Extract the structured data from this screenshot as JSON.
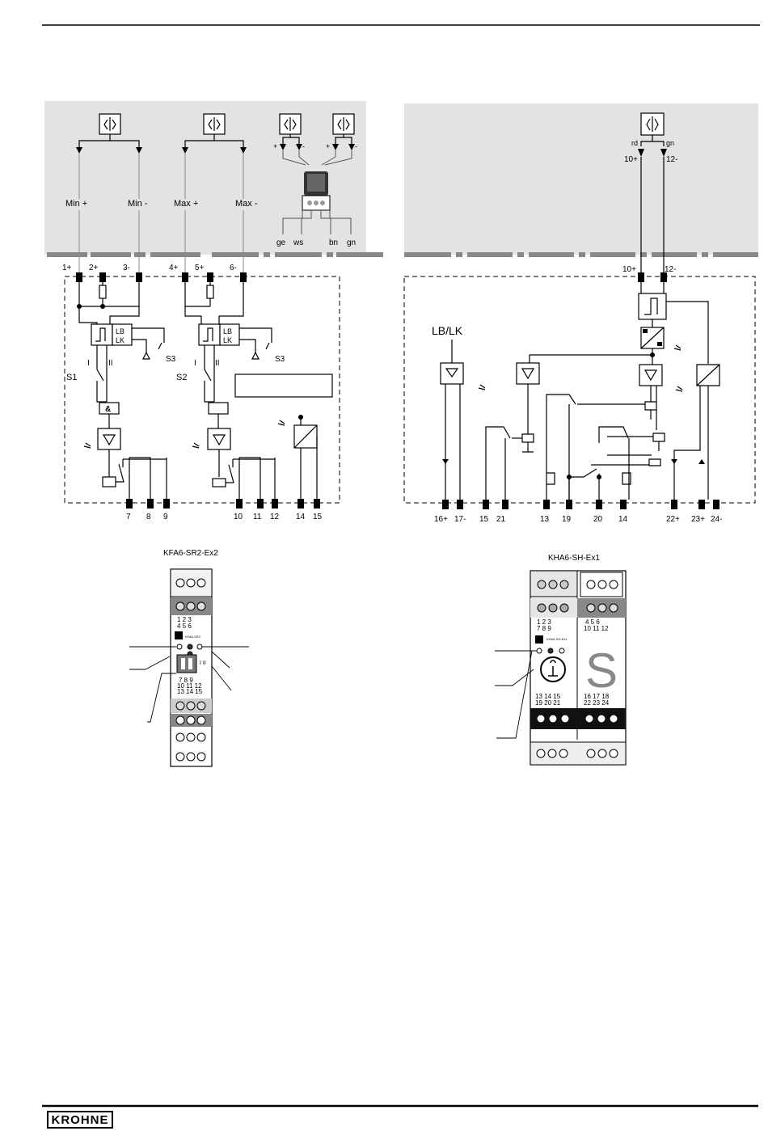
{
  "left_diagram": {
    "signals": [
      "Min +",
      "Min -",
      "Max +",
      "Max -"
    ],
    "cable_wires": [
      "ge",
      "ws",
      "bn",
      "gn"
    ],
    "sensor_pol": [
      "+",
      "-",
      "+",
      "-"
    ],
    "top_terminals": [
      "1+",
      "2+",
      "3-",
      "4+",
      "5+",
      "6-"
    ],
    "bottom_terminals": [
      "7",
      "8",
      "9",
      "10",
      "11",
      "12",
      "14",
      "15"
    ],
    "switch_labels": [
      "S1",
      "S2"
    ],
    "s3_labels": [
      "S3",
      "S3"
    ],
    "lblk": [
      "LB",
      "LK"
    ],
    "and_gate": "&",
    "contacts": [
      "I",
      "II"
    ]
  },
  "right_diagram": {
    "wire_colors": [
      "rd",
      "gn"
    ],
    "sensor_terminals": [
      "10+",
      "12-"
    ],
    "top_terminals": [
      "10+",
      "12-"
    ],
    "lblk_label": "LB/LK",
    "bottom_terminals": [
      "16+",
      "17-",
      "15",
      "21",
      "13",
      "19",
      "20",
      "14",
      "22+",
      "23+",
      "24-"
    ]
  },
  "devices": {
    "left_title": "KFA6-SR2-Ex2",
    "left_rows": [
      "1  2  3",
      "4  5  6",
      "7  8  9",
      "10 11 12",
      "13 14 15"
    ],
    "left_chip": "KFA6-SR2",
    "left_switch": "I  II",
    "right_title": "KHA6-SH-Ex1",
    "right_rows": [
      "1  2  3",
      "7  8  9",
      "4  5  6",
      "10 11 12",
      "13 14 15",
      "19 20 21",
      "16 17 18",
      "22 23 24"
    ],
    "right_chip": "KHA6-SH-Ex1",
    "right_big_letter": "S"
  },
  "footer": {
    "logo": "KROHNE"
  }
}
